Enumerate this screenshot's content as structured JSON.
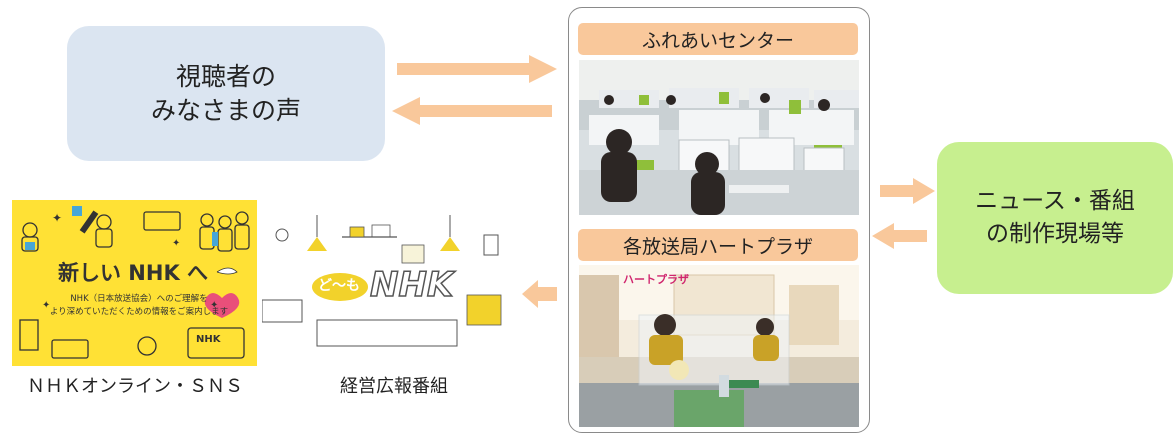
{
  "viewers": {
    "line1": "視聴者の",
    "line2": "みなさまの声"
  },
  "center": {
    "fureai_label": "ふれあいセンター",
    "plaza_label": "各放送局ハートプラザ"
  },
  "news": {
    "line1": "ニュース・番組",
    "line2": "の制作現場等"
  },
  "online": {
    "caption": "ＮＨＫオンライン・ＳＮＳ",
    "poster_title": "新しい NHK へ",
    "poster_badge": "NHK",
    "poster_text_1": "NHK（日本放送協会）へのご理解を",
    "poster_text_2": "より深めていただくための情報をご案内します"
  },
  "domo": {
    "caption": "経営広報番組",
    "logo_left": "ど〜も",
    "logo_right": "NHK"
  },
  "plaza_sign": "ハートプラザ",
  "colors": {
    "arrow": "#f9c89b",
    "viewers_bg": "#dbe5f1",
    "news_bg": "#c7ef8f",
    "label_bg": "#f9c89b",
    "poster_yellow": "#ffe135"
  }
}
